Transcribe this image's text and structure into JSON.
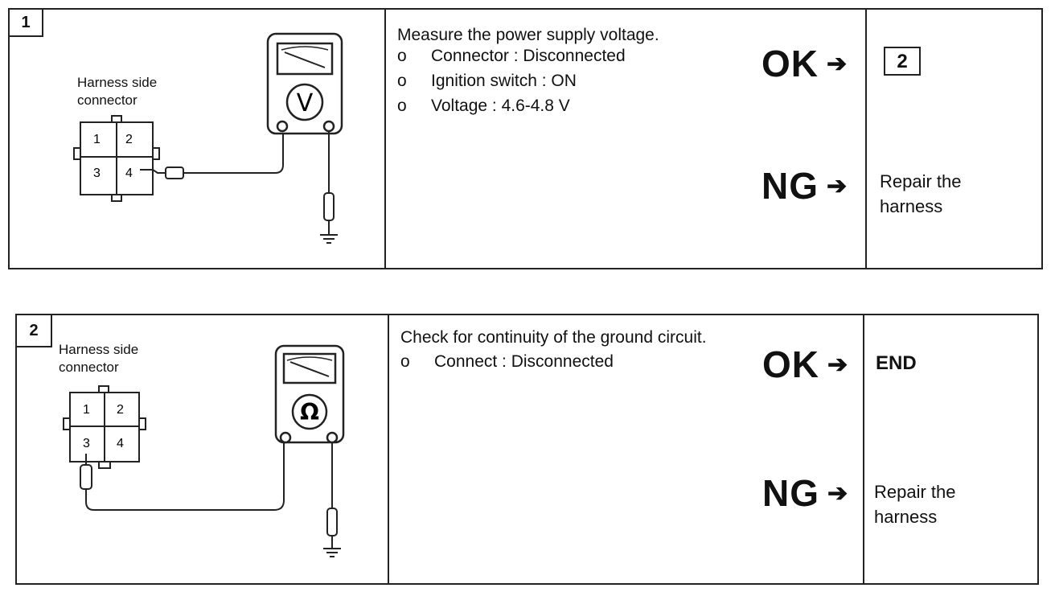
{
  "steps": [
    {
      "number": "1",
      "harness_label": "Harness side\nconnector",
      "connector_pins": [
        "1",
        "2",
        "3",
        "4"
      ],
      "meter_symbol": "V",
      "title": "Measure the power supply voltage.",
      "bullet_mark": "o",
      "bullets": [
        "Connector : Disconnected",
        "Ignition switch : ON",
        "Voltage : 4.6-4.8 V"
      ],
      "ok_label": "OK",
      "ok_outcome": "2",
      "ng_label": "NG",
      "ng_outcome": "Repair the\nharness"
    },
    {
      "number": "2",
      "harness_label": "Harness side\nconnector",
      "connector_pins": [
        "1",
        "2",
        "3",
        "4"
      ],
      "meter_symbol": "Ω",
      "title": "Check for continuity of the ground circuit.",
      "bullet_mark": "o",
      "bullets": [
        "Connect : Disconnected"
      ],
      "ok_label": "OK",
      "ok_outcome": "END",
      "ng_label": "NG",
      "ng_outcome": "Repair the\nharness"
    }
  ],
  "arrow_glyph": "➔"
}
